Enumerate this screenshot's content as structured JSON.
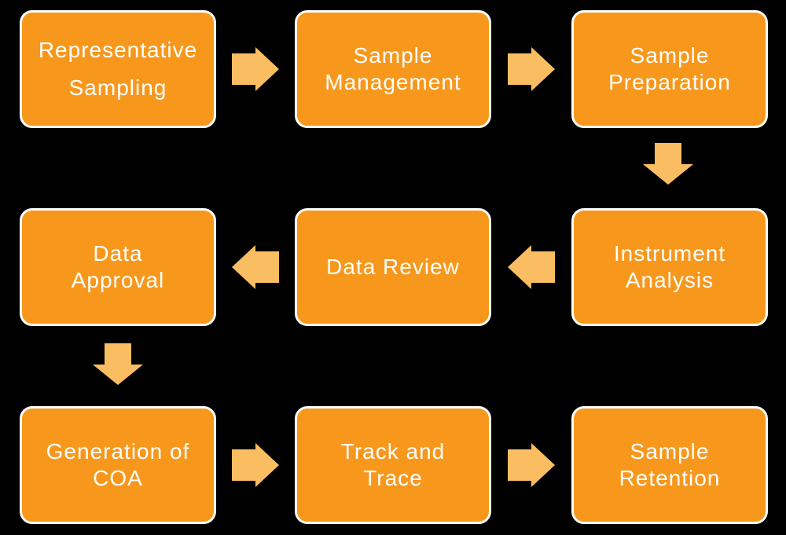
{
  "colors": {
    "background": "#000000",
    "node_fill": "#F7981D",
    "node_border": "#FFFFFF",
    "node_text": "#FFFFFF",
    "arrow_fill": "#FBBD62"
  },
  "nodes": [
    {
      "id": "representative-sampling",
      "lines": [
        "Representative",
        "Sampling"
      ]
    },
    {
      "id": "sample-management",
      "lines": [
        "Sample",
        "Management"
      ]
    },
    {
      "id": "sample-preparation",
      "lines": [
        "Sample",
        "Preparation"
      ]
    },
    {
      "id": "instrument-analysis",
      "lines": [
        "Instrument",
        "Analysis"
      ]
    },
    {
      "id": "data-review",
      "lines": [
        "Data Review"
      ]
    },
    {
      "id": "data-approval",
      "lines": [
        "Data",
        "Approval"
      ]
    },
    {
      "id": "generation-of-coa",
      "lines": [
        "Generation of",
        "COA"
      ]
    },
    {
      "id": "track-and-trace",
      "lines": [
        "Track and",
        "Trace"
      ]
    },
    {
      "id": "sample-retention",
      "lines": [
        "Sample",
        "Retention"
      ]
    }
  ],
  "arrows": [
    {
      "icon": "arrow-right-icon",
      "from": "representative-sampling",
      "to": "sample-management"
    },
    {
      "icon": "arrow-right-icon",
      "from": "sample-management",
      "to": "sample-preparation"
    },
    {
      "icon": "arrow-down-icon",
      "from": "sample-preparation",
      "to": "instrument-analysis"
    },
    {
      "icon": "arrow-left-icon",
      "from": "instrument-analysis",
      "to": "data-review"
    },
    {
      "icon": "arrow-left-icon",
      "from": "data-review",
      "to": "data-approval"
    },
    {
      "icon": "arrow-down-icon",
      "from": "data-approval",
      "to": "generation-of-coa"
    },
    {
      "icon": "arrow-right-icon",
      "from": "generation-of-coa",
      "to": "track-and-trace"
    },
    {
      "icon": "arrow-right-icon",
      "from": "track-and-trace",
      "to": "sample-retention"
    }
  ]
}
